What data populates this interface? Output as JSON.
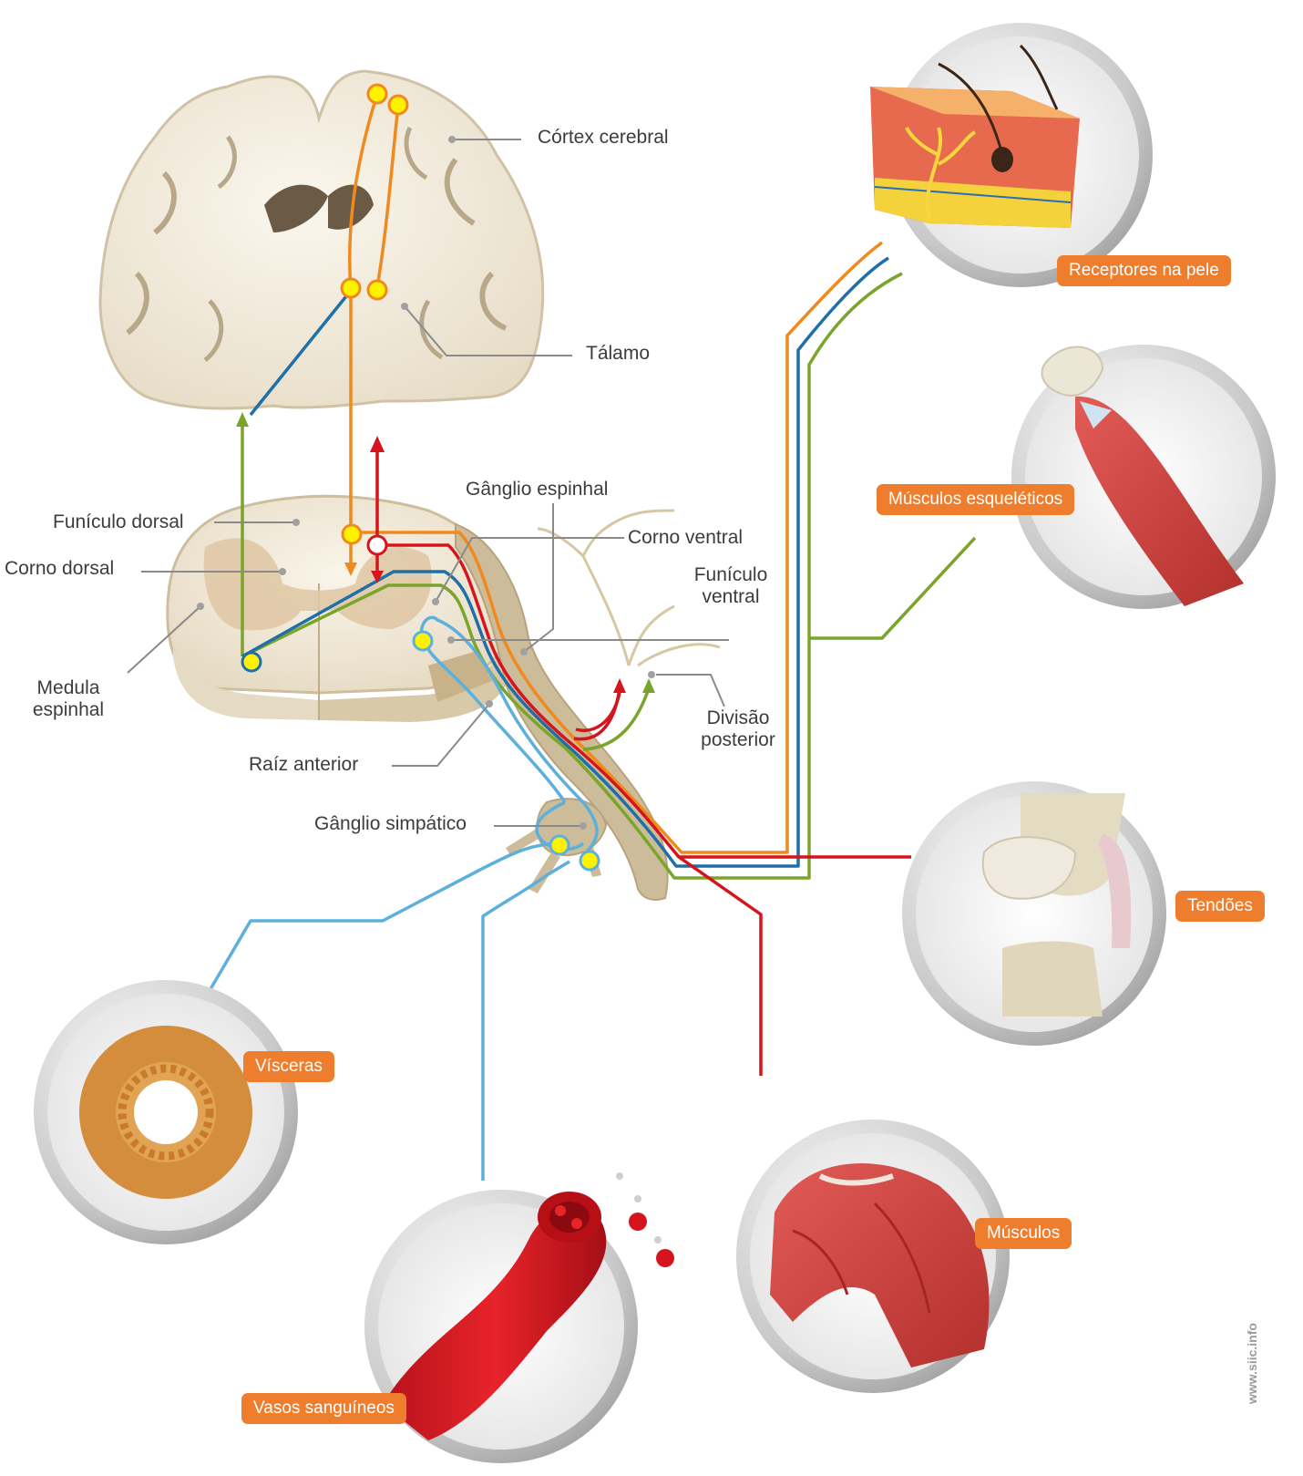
{
  "labels": {
    "cortex": "Córtex cerebral",
    "thalamus": "Tálamo",
    "spinal_ganglion": "Gânglio espinhal",
    "dorsal_funiculus": "Funículo dorsal",
    "ventral_horn": "Corno ventral",
    "dorsal_horn": "Corno dorsal",
    "ventral_funiculus": "Funículo ventral",
    "spinal_cord": "Medula espinhal",
    "posterior_division": "Divisão posterior",
    "anterior_root": "Raíz anterior",
    "sympathetic_ganglion": "Gânglio simpático"
  },
  "tags": {
    "skin": "Receptores na pele",
    "skeletal": "Músculos esqueléticos",
    "tendons": "Tendões",
    "viscera": "Vísceras",
    "vessels": "Vasos sanguíneos",
    "muscles": "Músculos"
  },
  "credit": "www.siic.info",
  "colors": {
    "orange": "#ef8a1f",
    "blue": "#1f6fa8",
    "green": "#7aa52a",
    "red": "#d6141d",
    "light_blue": "#5db0dc",
    "tag_bg": "#ee7e2d",
    "node_fill": "#fff200"
  }
}
